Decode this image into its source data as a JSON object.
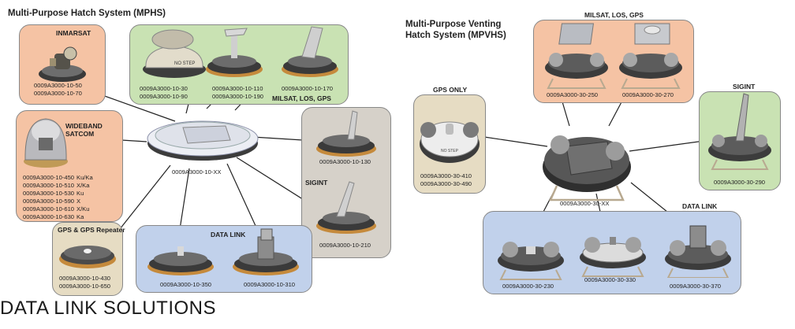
{
  "mphs": {
    "title": "Multi-Purpose Hatch System (MPHS)",
    "hub_part": "0009A3000-10-XX",
    "inmarsat": {
      "heading": "INMARSAT",
      "parts": [
        "0009A3000-10-50",
        "0009A3000-10-70"
      ]
    },
    "wideband": {
      "heading_line1": "WIDEBAND",
      "heading_line2": "SATCOM",
      "parts": [
        "0009A3000-10-450",
        "0009A3000-10-510",
        "0009A3000-10-530",
        "0009A3000-10-590",
        "0009A3000-10-610",
        "0009A3000-10-630"
      ],
      "bands": [
        "Ku/Ka",
        "X/Ka",
        "Ku",
        "X",
        "X/Ku",
        "Ka"
      ]
    },
    "gps_repeater": {
      "heading": "GPS & GPS Repeater",
      "parts": [
        "0009A3000-10-430",
        "0009A3000-10-650"
      ]
    },
    "milsat": {
      "heading": "MILSAT, LOS, GPS",
      "stamp": "NO STEP",
      "group1": [
        "0009A3000-10-30",
        "0009A3000-10-90"
      ],
      "group2": [
        "0009A3000-10-110",
        "0009A3000-10-190"
      ],
      "group3": [
        "0009A3000-10-170"
      ]
    },
    "sigint": {
      "heading": "SIGINT",
      "parts": [
        "0009A3000-10-130",
        "0009A3000-10-210"
      ]
    },
    "datalink": {
      "heading": "DATA LINK",
      "parts": [
        "0009A3000-10-350",
        "0009A3000-10-310"
      ]
    }
  },
  "mpvhs": {
    "title_line1": "Multi-Purpose Venting",
    "title_line2": "Hatch System (MPVHS)",
    "hub_part": "0009A3000-30-XX",
    "gps_only": {
      "heading": "GPS ONLY",
      "stamp": "NO STEP",
      "parts": [
        "0009A3000-30-410",
        "0009A3000-30-490"
      ]
    },
    "milsat": {
      "heading": "MILSAT, LOS, GPS",
      "parts": [
        "0009A3000-30-250",
        "0009A3000-30-270"
      ]
    },
    "sigint": {
      "heading": "SIGINT",
      "parts": [
        "0009A3000-30-290"
      ]
    },
    "datalink": {
      "heading": "DATA LINK",
      "parts": [
        "0009A3000-30-230",
        "0009A3000-30-330",
        "0009A3000-30-370"
      ]
    }
  },
  "banner": "DATA LINK SOLUTIONS",
  "colors": {
    "orange": "#f5c3a4",
    "green": "#c9e2b3",
    "gray": "#d6d1c9",
    "blue": "#c1d1eb",
    "sand": "#e6dcc3"
  },
  "icons": [
    "satellite-dome-icon",
    "hatch-disc-icon",
    "blade-antenna-icon",
    "dome-pair-icon"
  ]
}
